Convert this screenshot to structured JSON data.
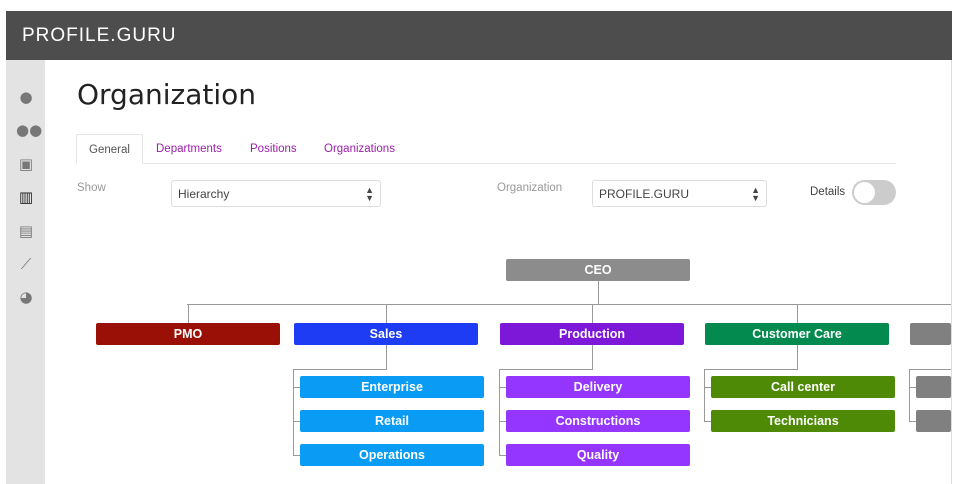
{
  "app": {
    "logo": "PROFILE.GURU"
  },
  "sidebar": {
    "items": [
      {
        "icon": "person-icon"
      },
      {
        "icon": "group-icon"
      },
      {
        "icon": "contact-card-icon"
      },
      {
        "icon": "building-icon",
        "active": true
      },
      {
        "icon": "book-icon"
      },
      {
        "icon": "line-chart-icon"
      },
      {
        "icon": "pie-chart-icon"
      }
    ]
  },
  "page": {
    "title": "Organization"
  },
  "tabs": [
    {
      "label": "General",
      "active": true
    },
    {
      "label": "Departments"
    },
    {
      "label": "Positions"
    },
    {
      "label": "Organizations"
    }
  ],
  "filters": {
    "show_label": "Show",
    "show_value": "Hierarchy",
    "org_label": "Organization",
    "org_value": "PROFILE.GURU",
    "details_label": "Details",
    "details_on": false
  },
  "chart": {
    "root": {
      "label": "CEO",
      "color": "#8c8c8c"
    },
    "departments": [
      {
        "label": "PMO",
        "color": "#9b1006",
        "children": []
      },
      {
        "label": "Sales",
        "color": "#1f3cf5",
        "child_color": "#0a9cf5",
        "children": [
          "Enterprise",
          "Retail",
          "Operations"
        ]
      },
      {
        "label": "Production",
        "color": "#7e18d9",
        "child_color": "#9436ff",
        "children": [
          "Delivery",
          "Constructions",
          "Quality"
        ]
      },
      {
        "label": "Customer Care",
        "color": "#038a4e",
        "child_color": "#4e8a06",
        "children": [
          "Call center",
          "Technicians"
        ]
      },
      {
        "label": "",
        "color": "#808080",
        "child_color": "#808080",
        "children": [
          "",
          ""
        ]
      }
    ]
  }
}
